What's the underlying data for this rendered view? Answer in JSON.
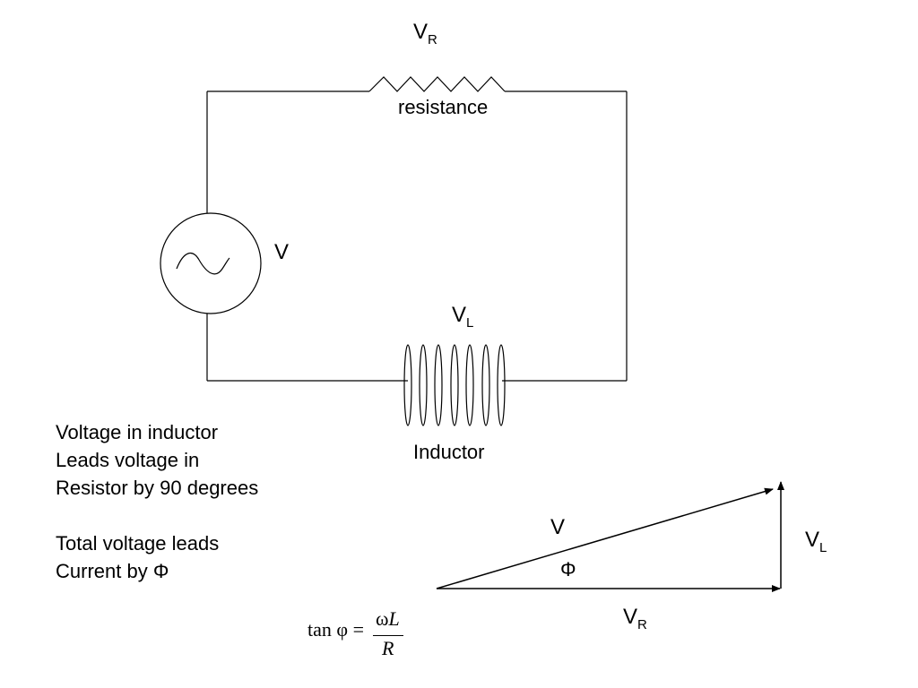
{
  "circuit": {
    "resistor_symbol": {
      "main": "V",
      "sub": "R"
    },
    "resistor_label": "resistance",
    "source_symbol": "V",
    "inductor_symbol": {
      "main": "V",
      "sub": "L"
    },
    "inductor_label": "Inductor"
  },
  "notes": [
    "Voltage in inductor",
    "Leads voltage in",
    "Resistor by 90 degrees",
    "",
    "Total voltage leads",
    "Current by Φ"
  ],
  "phasor": {
    "hypotenuse_label": "V",
    "angle_label": "Φ",
    "vertical_label": {
      "main": "V",
      "sub": "L"
    },
    "horizontal_label": {
      "main": "V",
      "sub": "R"
    }
  },
  "formula": {
    "lhs": "tan φ =",
    "numerator_greek": "ω",
    "numerator_var": "L",
    "denominator": "R"
  }
}
